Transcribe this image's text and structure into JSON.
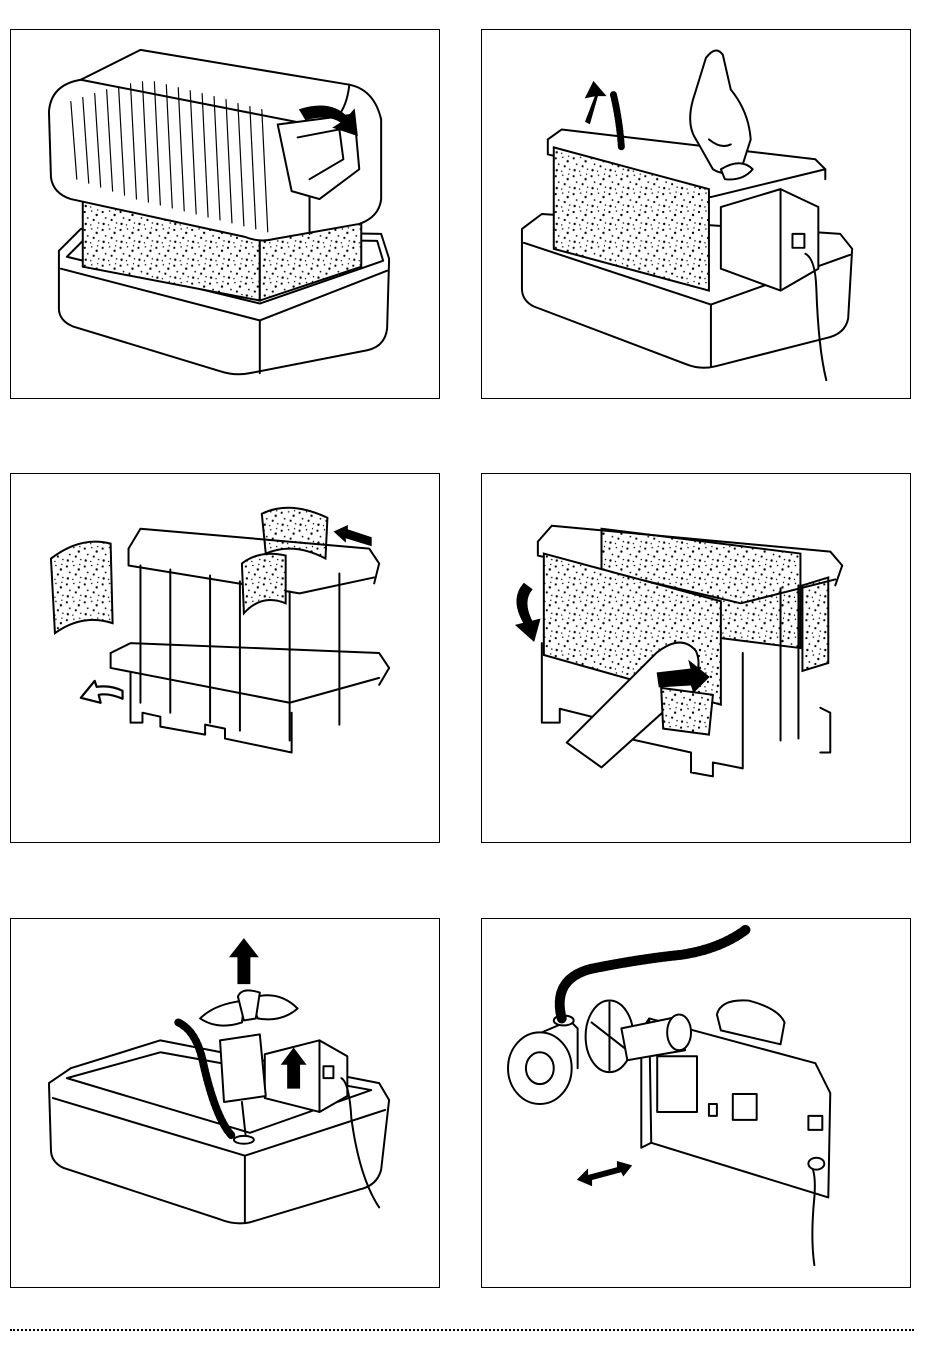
{
  "document": {
    "pages_type": "instruction-illustrations",
    "panels": [
      {
        "id": "p1",
        "icon": "remove-cover-illustration"
      },
      {
        "id": "p2",
        "icon": "lift-filter-frame-illustration"
      },
      {
        "id": "p3",
        "icon": "filter-frame-mats-illustration"
      },
      {
        "id": "p4",
        "icon": "insert-filter-mat-illustration"
      },
      {
        "id": "p5",
        "icon": "remove-fan-illustration"
      },
      {
        "id": "p6",
        "icon": "motor-unit-illustration"
      }
    ],
    "separator": "dotted-line"
  }
}
